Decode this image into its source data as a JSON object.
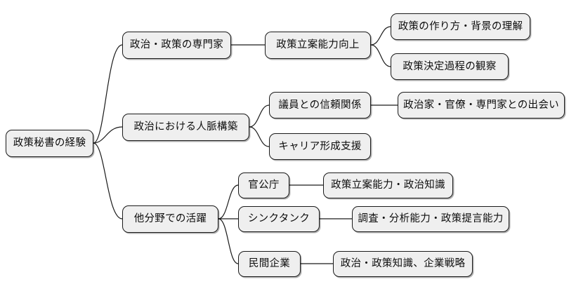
{
  "diagram": {
    "type": "mindmap",
    "title": "",
    "orientation": "left-to-right",
    "style": {
      "node_fill": "#efefef",
      "node_border": "#1a1a1a",
      "edge_color": "#1a1a1a",
      "background": "#ffffff",
      "text_color": "#0d0d0d"
    },
    "nodes": {
      "root": {
        "label": "政策秘書の経験",
        "level": 0
      },
      "b1": {
        "label": "政治・政策の専門家",
        "level": 1
      },
      "b1c1": {
        "label": "政策立案能力向上",
        "level": 2
      },
      "b1c1g1": {
        "label": "政策の作り方・背景の理解",
        "level": 3
      },
      "b1c1g2": {
        "label": "政策決定過程の観察",
        "level": 3
      },
      "b2": {
        "label": "政治における人脈構築",
        "level": 1
      },
      "b2c1": {
        "label": "議員との信頼関係",
        "level": 2
      },
      "b2c1g1": {
        "label": "政治家・官僚・専門家との出会い",
        "level": 3
      },
      "b2c2": {
        "label": "キャリア形成支援",
        "level": 2
      },
      "b3": {
        "label": "他分野での活躍",
        "level": 1
      },
      "b3c1": {
        "label": "官公庁",
        "level": 2
      },
      "b3c1g1": {
        "label": "政策立案能力・政治知識",
        "level": 3
      },
      "b3c2": {
        "label": "シンクタンク",
        "level": 2
      },
      "b3c2g1": {
        "label": "調査・分析能力・政策提言能力",
        "level": 3
      },
      "b3c3": {
        "label": "民間企業",
        "level": 2
      },
      "b3c3g1": {
        "label": "政治・政策知識、企業戦略",
        "level": 3
      }
    },
    "edges": [
      {
        "from": "root",
        "to": "b1"
      },
      {
        "from": "root",
        "to": "b2"
      },
      {
        "from": "root",
        "to": "b3"
      },
      {
        "from": "b1",
        "to": "b1c1"
      },
      {
        "from": "b1c1",
        "to": "b1c1g1"
      },
      {
        "from": "b1c1",
        "to": "b1c1g2"
      },
      {
        "from": "b2",
        "to": "b2c1"
      },
      {
        "from": "b2c1",
        "to": "b2c1g1"
      },
      {
        "from": "b2",
        "to": "b2c2"
      },
      {
        "from": "b3",
        "to": "b3c1"
      },
      {
        "from": "b3c1",
        "to": "b3c1g1"
      },
      {
        "from": "b3",
        "to": "b3c2"
      },
      {
        "from": "b3c2",
        "to": "b3c2g1"
      },
      {
        "from": "b3",
        "to": "b3c3"
      },
      {
        "from": "b3c3",
        "to": "b3c3g1"
      }
    ]
  }
}
